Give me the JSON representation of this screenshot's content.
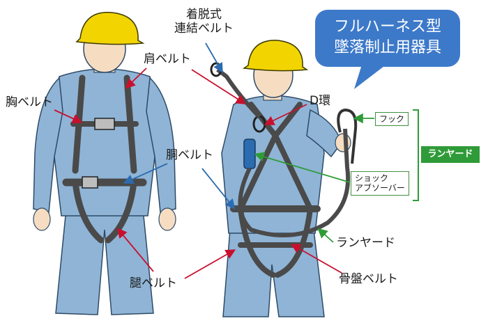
{
  "title": "フルハーネス型\n墜落制止用器具",
  "labels": {
    "chest_belt": "胸ベルト",
    "shoulder_belt": "肩ベルト",
    "detachable_belt": "着脱式\n連結ベルト",
    "d_ring": "D環",
    "torso_belt": "胴ベルト",
    "leg_belt": "腿ベルト",
    "pelvic_belt": "骨盤ベルト",
    "lanyard": "ランヤード",
    "hook": "フック",
    "shock_absorber": "ショック\nアブソーバー",
    "lanyard_group": "ランヤード"
  },
  "colors": {
    "bubble": "#3d79c9",
    "green": "#2f9b38",
    "arrow_red": "#c8102e",
    "arrow_blue": "#2b6cb0",
    "arrow_green": "#2f9b38",
    "uniform": "#8fb4d6",
    "uniform_shade": "#5f88b2",
    "strap": "#4a4a4a",
    "helmet": "#f2d400",
    "skin": "#f6ddc2"
  }
}
